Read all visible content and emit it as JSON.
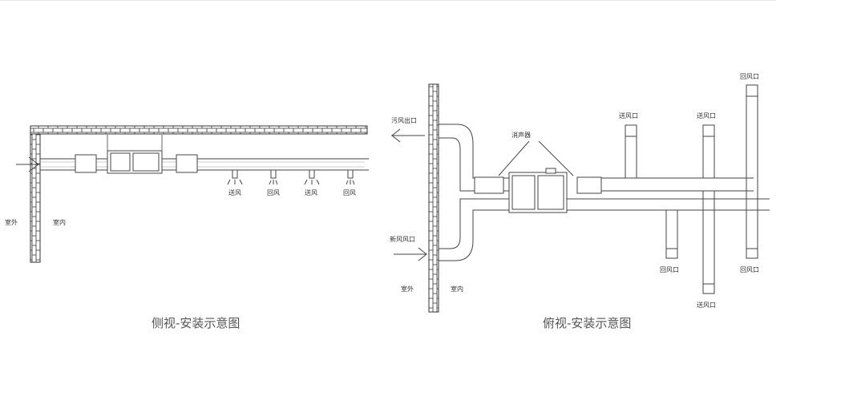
{
  "side_view": {
    "caption": "侧视-安装示意图",
    "outdoor_label": "室外",
    "indoor_label": "室内",
    "outlets": [
      "送风",
      "回风",
      "送风",
      "回风"
    ]
  },
  "top_view": {
    "caption": "俯视-安装示意图",
    "outdoor_label": "室外",
    "indoor_label": "室内",
    "exhaust_label": "污风出口",
    "fresh_label": "新风风口",
    "silencer_label": "消声器",
    "supply_labels": [
      "送风口",
      "送风口",
      "送风口"
    ],
    "return_labels": [
      "回风口",
      "回风口",
      "回风口"
    ]
  }
}
